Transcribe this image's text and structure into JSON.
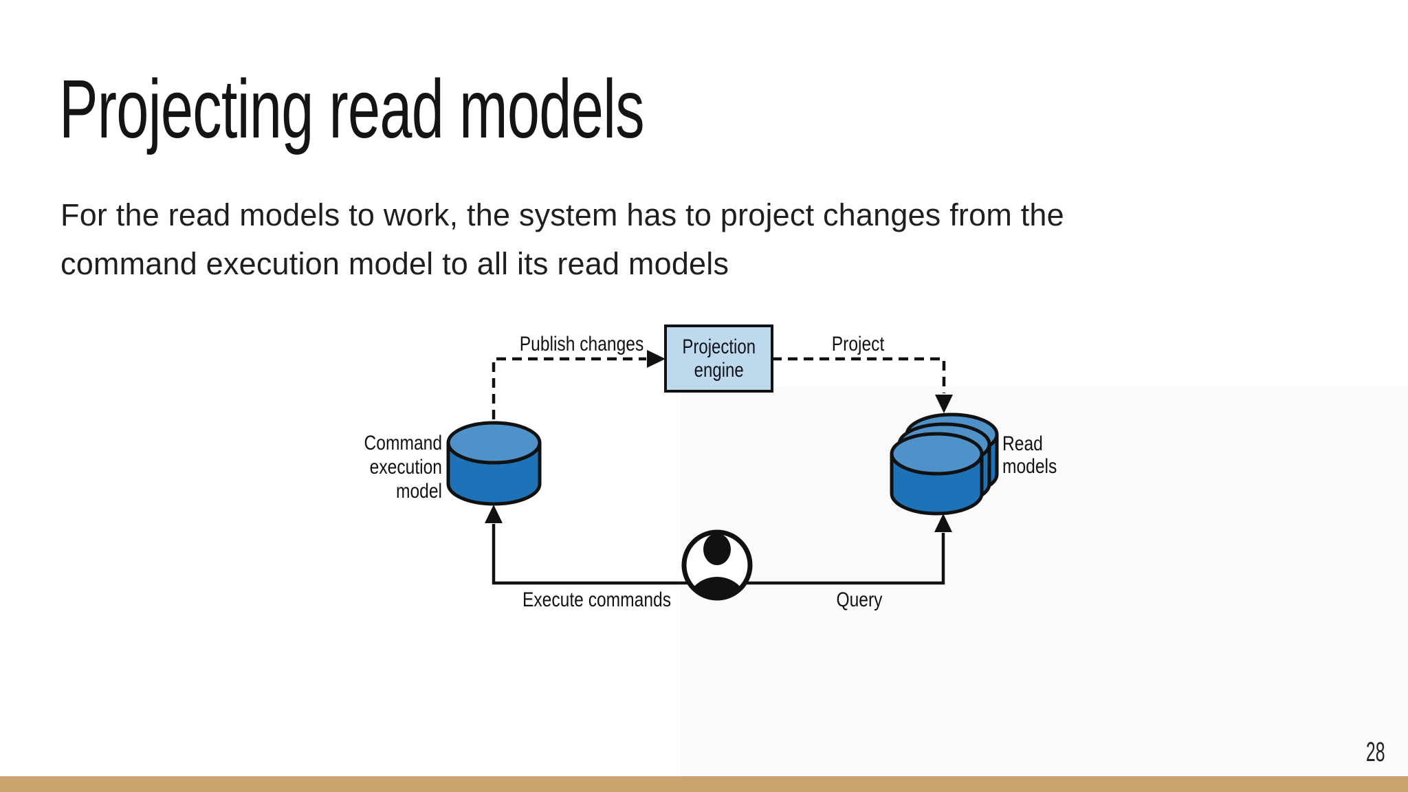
{
  "slide": {
    "title": "Projecting read models",
    "subtitle": "For the read models to work, the system has to project changes from the\ncommand execution model to all its read models",
    "page_number": "28",
    "background_color": "#ffffff",
    "footer_bar_color": "#caa36e"
  },
  "diagram": {
    "nodes": {
      "projection_engine": {
        "label": "Projection\nengine",
        "shape": "rectangle",
        "fill": "#bdd9eb"
      },
      "command_execution_model": {
        "label": "Command\nexecution\nmodel",
        "shape": "database-cylinder"
      },
      "read_models": {
        "label": "Read\nmodels",
        "shape": "database-cylinder-stack",
        "count": 3
      },
      "user": {
        "label": "",
        "shape": "person"
      }
    },
    "edges": [
      {
        "label": "Publish changes",
        "from": "command_execution_model",
        "to": "projection_engine",
        "style": "dashed"
      },
      {
        "label": "Project",
        "from": "projection_engine",
        "to": "read_models",
        "style": "dashed"
      },
      {
        "label": "Execute commands",
        "from": "user",
        "to": "command_execution_model",
        "style": "solid"
      },
      {
        "label": "Query",
        "from": "user",
        "to": "read_models",
        "style": "solid"
      }
    ],
    "colors": {
      "cylinder_body": "#1e73b8",
      "cylinder_top": "#4e92c9",
      "engine_box_fill": "#bdd9eb",
      "outline": "#111111"
    }
  }
}
